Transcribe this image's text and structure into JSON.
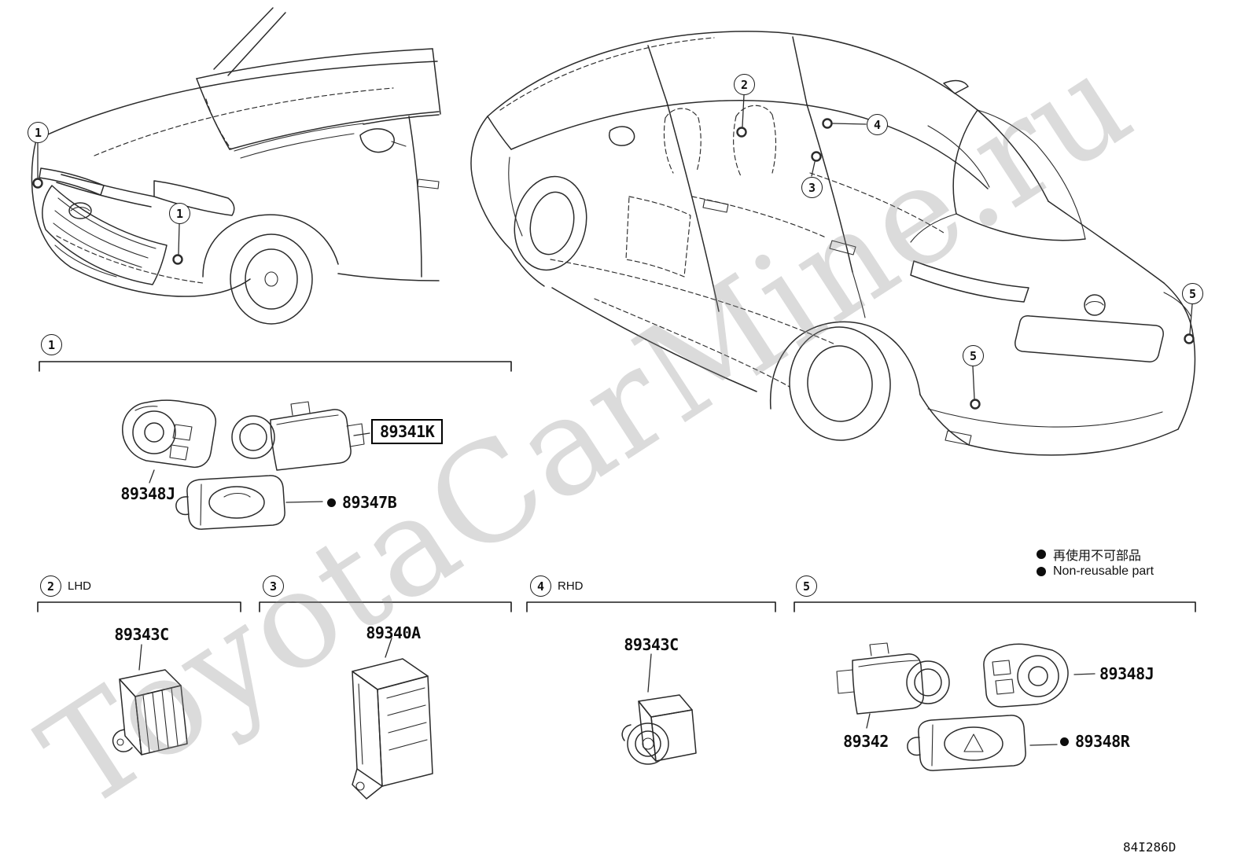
{
  "watermark": "ToyotaCarMine.ru",
  "diagram_code": "84I286D",
  "legend": {
    "jp": "再使用不可部品",
    "en": "Non-reusable part"
  },
  "callouts": {
    "front_1a": "1",
    "front_1b": "1",
    "rear_2": "2",
    "rear_3": "3",
    "rear_4": "4",
    "rear_5a": "5",
    "rear_5b": "5"
  },
  "groups": {
    "g1": {
      "num": "1",
      "variant": ""
    },
    "g2": {
      "num": "2",
      "variant": "LHD"
    },
    "g3": {
      "num": "3",
      "variant": ""
    },
    "g4": {
      "num": "4",
      "variant": "RHD"
    },
    "g5": {
      "num": "5",
      "variant": ""
    }
  },
  "parts": {
    "sensor_front": "89341K",
    "retainer_front": "89348J",
    "holder_front": "89347B",
    "buzzer_lhd": "89343C",
    "ecu": "89340A",
    "buzzer_rhd": "89343C",
    "sensor_rear": "89342",
    "retainer_rear": "89348J",
    "holder_rear": "89348R"
  }
}
